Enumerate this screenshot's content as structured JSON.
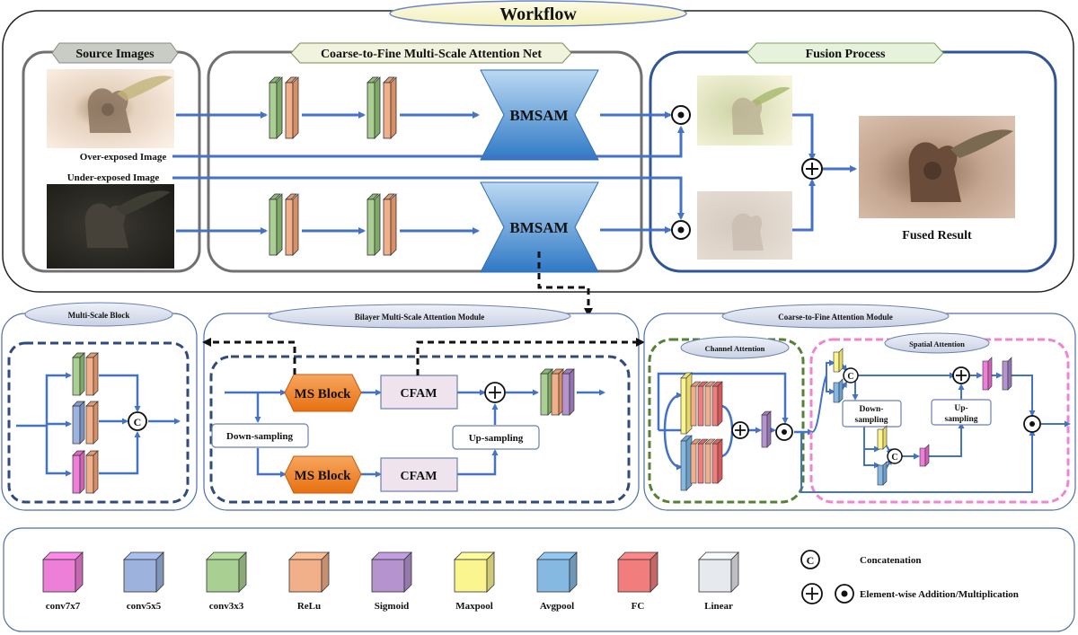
{
  "workflow": {
    "title": "Workflow",
    "sections": {
      "source": "Source Images",
      "net": "Coarse-to-Fine Multi-Scale Attention Net",
      "fusion": "Fusion Process"
    },
    "over_label": "Over-exposed Image",
    "under_label": "Under-exposed Image",
    "bmsam": "BMSAM",
    "fused_label": "Fused Result"
  },
  "ms_block": {
    "title": "Multi-Scale Block",
    "concat": "C"
  },
  "bmam": {
    "title": "Bilayer Multi-Scale Attention Module",
    "ms_block": "MS Block",
    "cfam": "CFAM",
    "down": "Down-sampling",
    "up": "Up-sampling"
  },
  "cfam": {
    "title": "Coarse-to-Fine Attention Module",
    "channel": "Channel Attention",
    "spatial": "Spatial Attention",
    "down1": "Down-",
    "down2": "sampling",
    "up1": "Up-",
    "up2": "sampling",
    "concat": "C"
  },
  "legend": {
    "items": [
      {
        "label": "conv7x7",
        "color": "#ee7fd8"
      },
      {
        "label": "conv5x5",
        "color": "#9db3de"
      },
      {
        "label": "conv3x3",
        "color": "#a9cf92"
      },
      {
        "label": "ReLu",
        "color": "#f1b089"
      },
      {
        "label": "Sigmoid",
        "color": "#b493cf"
      },
      {
        "label": "Maxpool",
        "color": "#fbf590"
      },
      {
        "label": "Avgpool",
        "color": "#86b9e2"
      },
      {
        "label": "FC",
        "color": "#f27d7d"
      },
      {
        "label": "Linear",
        "color": "#e6e9ee"
      }
    ],
    "concat_symbol": "C",
    "concat_label": "Concatenation",
    "ops_label": "Element-wise Addition/Multiplication"
  }
}
